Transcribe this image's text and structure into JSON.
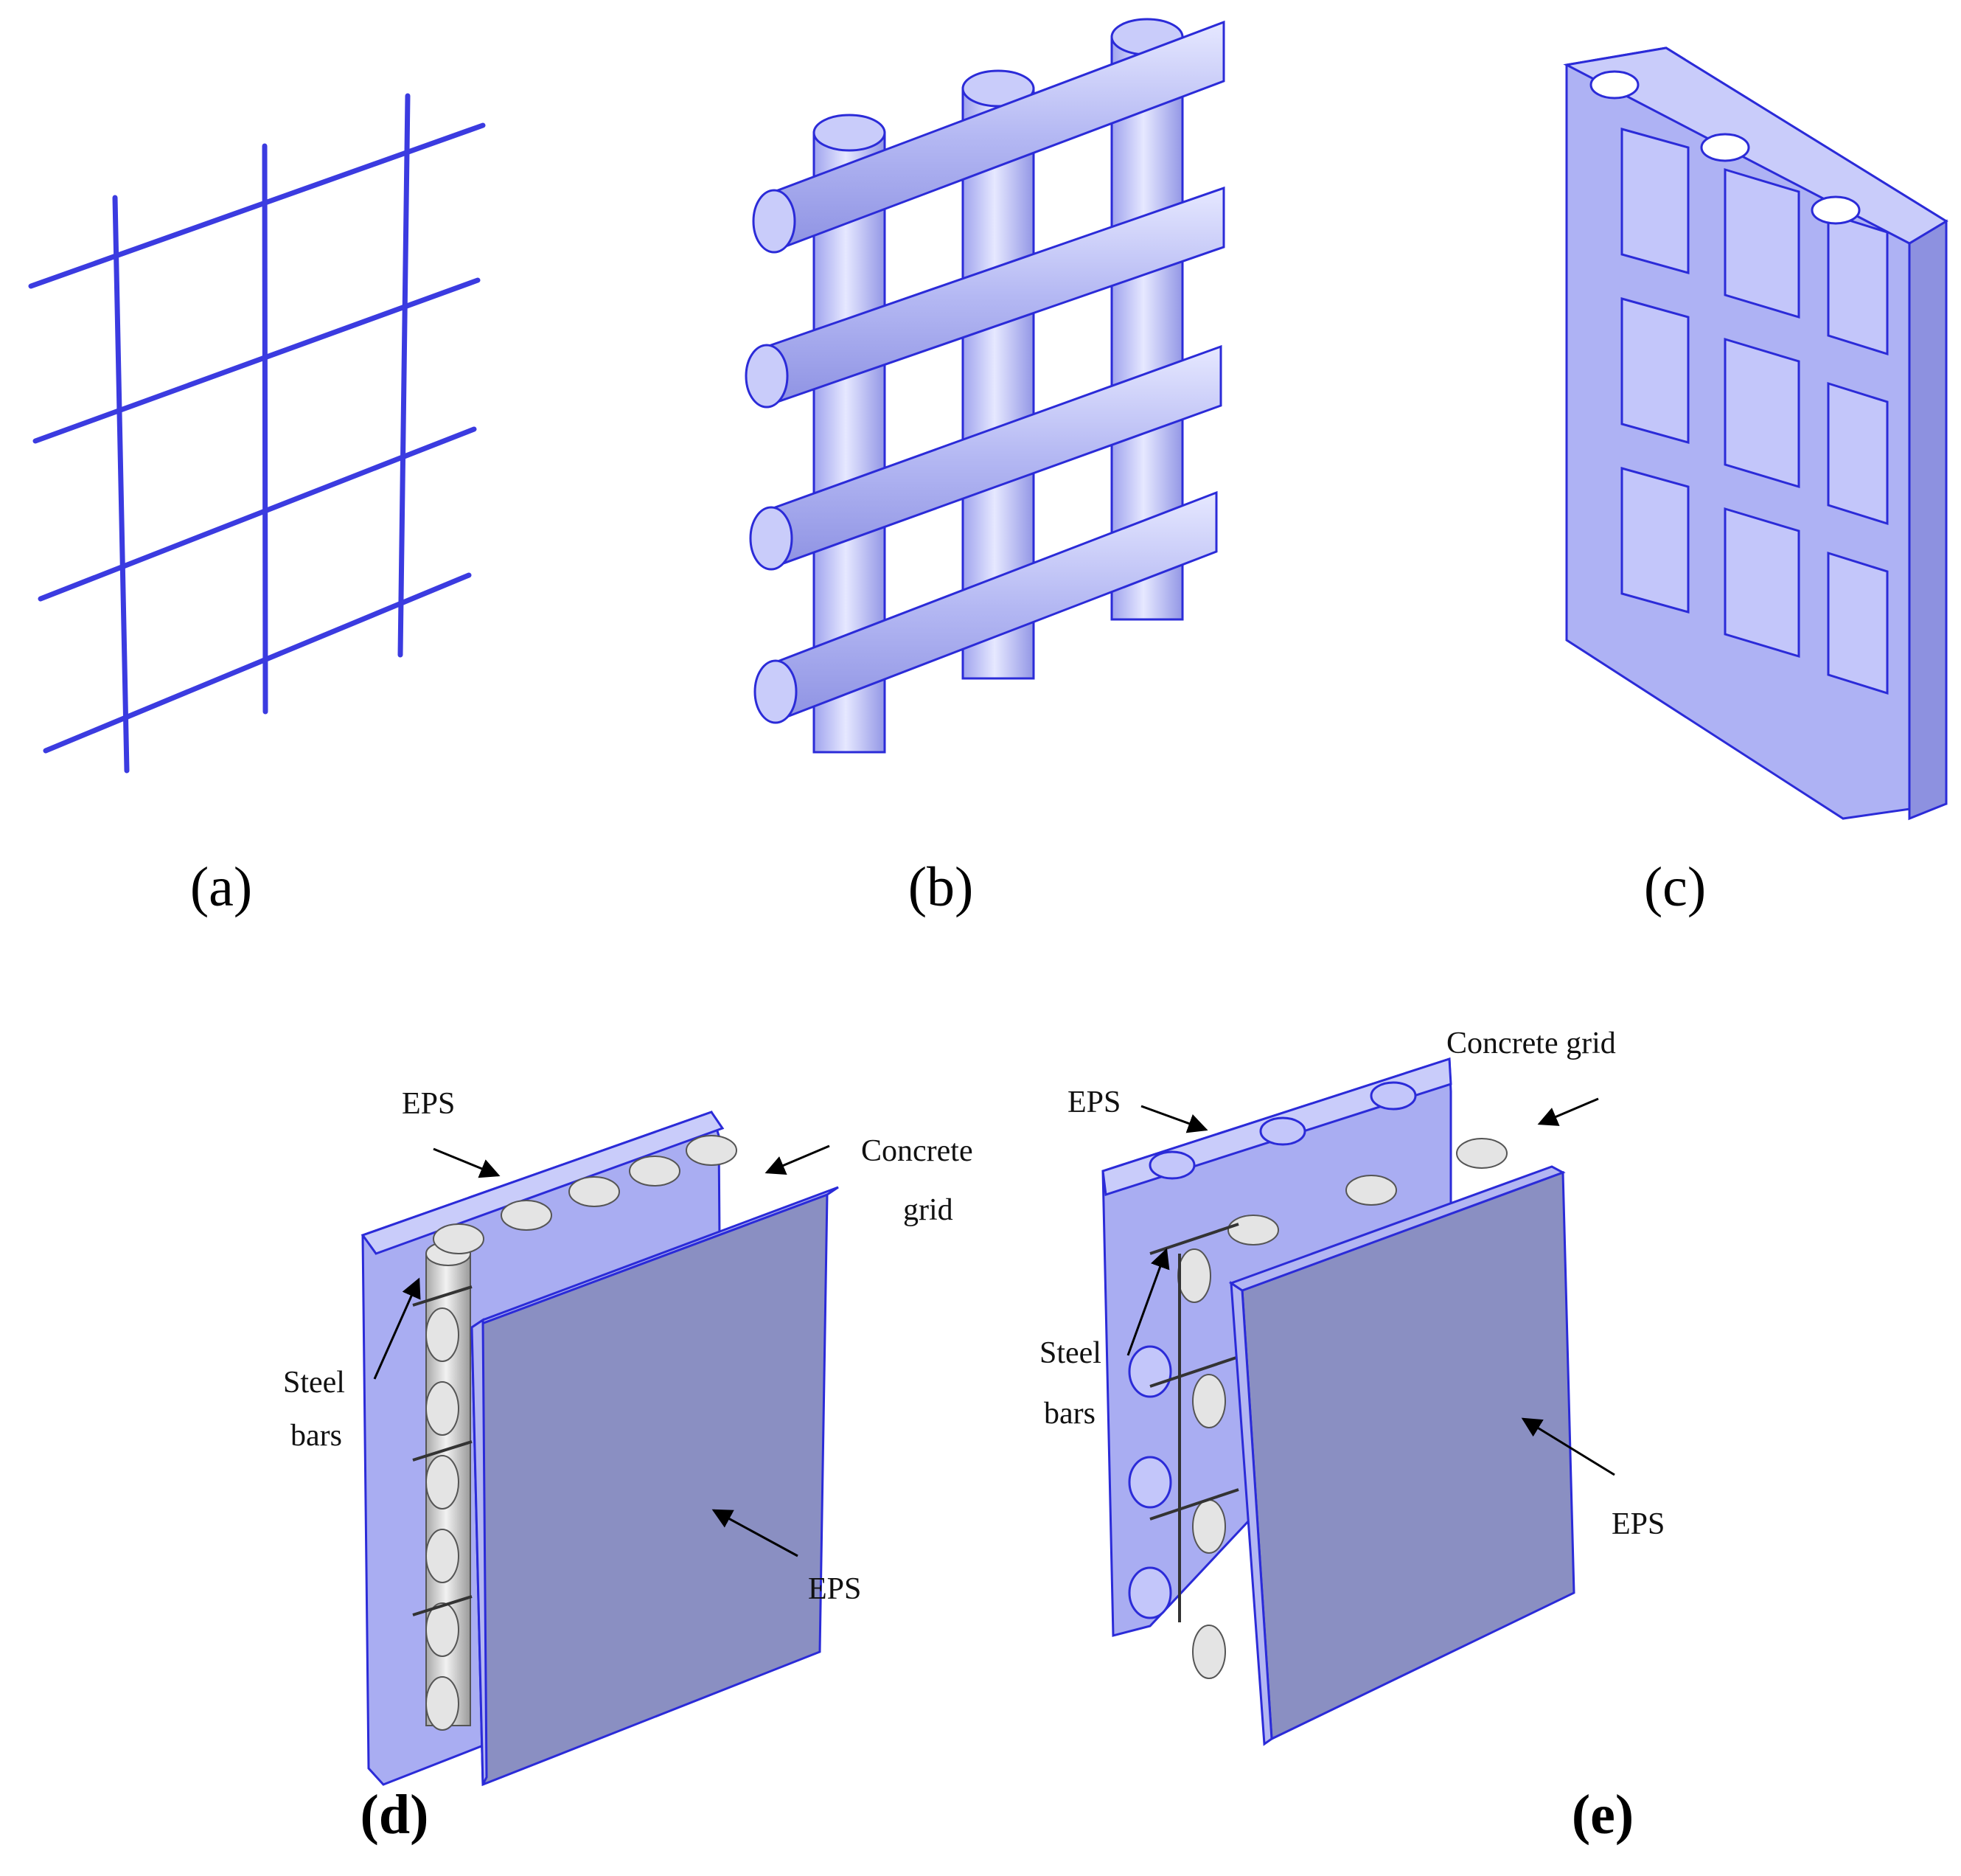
{
  "panels": {
    "a": {
      "label": "(a)"
    },
    "b": {
      "label": "(b)"
    },
    "c": {
      "label": "(c)"
    },
    "d": {
      "label": "(d)"
    },
    "e": {
      "label": "(e)"
    }
  },
  "annotations": {
    "d": {
      "eps_top": "EPS",
      "concrete_line1": "Concrete",
      "concrete_line2": "grid",
      "steel_line1": "Steel",
      "steel_line2": "bars",
      "eps_face": "EPS"
    },
    "e": {
      "eps_top": "EPS",
      "concrete": "Concrete grid",
      "steel_line1": "Steel",
      "steel_line2": "bars",
      "eps_face": "EPS"
    }
  },
  "colors": {
    "steel_wire": "#3b3be0",
    "concrete_fill": "#b8bcf6",
    "concrete_edge": "#2b2bd8",
    "eps_face": "#8a8fc2",
    "eps_light": "#b3b6f2",
    "concrete_grey": "#d6d6d6"
  }
}
